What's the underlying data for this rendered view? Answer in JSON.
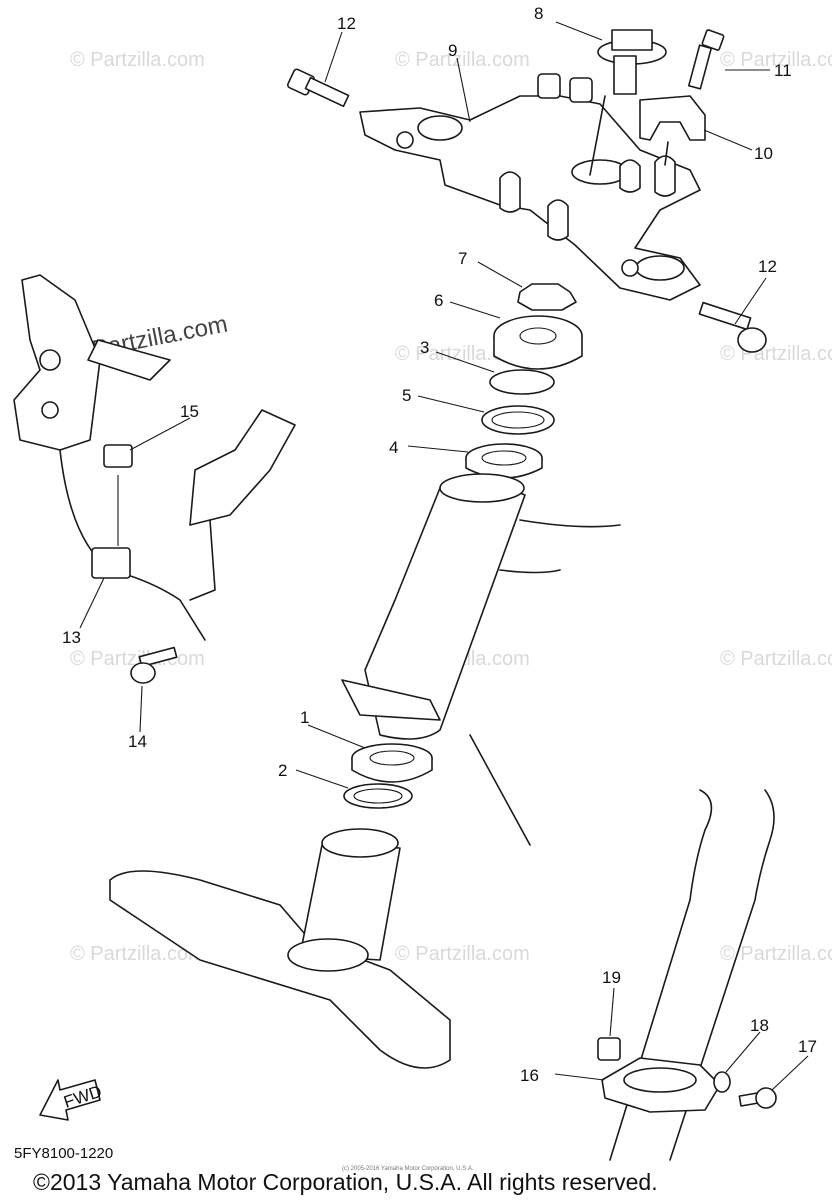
{
  "diagram": {
    "watermark": "© Partzilla.com",
    "callouts": [
      "1",
      "2",
      "3",
      "4",
      "5",
      "6",
      "7",
      "8",
      "9",
      "10",
      "11",
      "12",
      "12",
      "13",
      "14",
      "15",
      "16",
      "17",
      "18",
      "19"
    ],
    "fwd_label": "FWD",
    "diagram_code": "5FY8100-1220",
    "small_print": "(c) 2005-2016 Yamaha Motor Corporation, U.S.A.",
    "copyright": "©2013 Yamaha Motor Corporation, U.S.A. All rights reserved."
  }
}
